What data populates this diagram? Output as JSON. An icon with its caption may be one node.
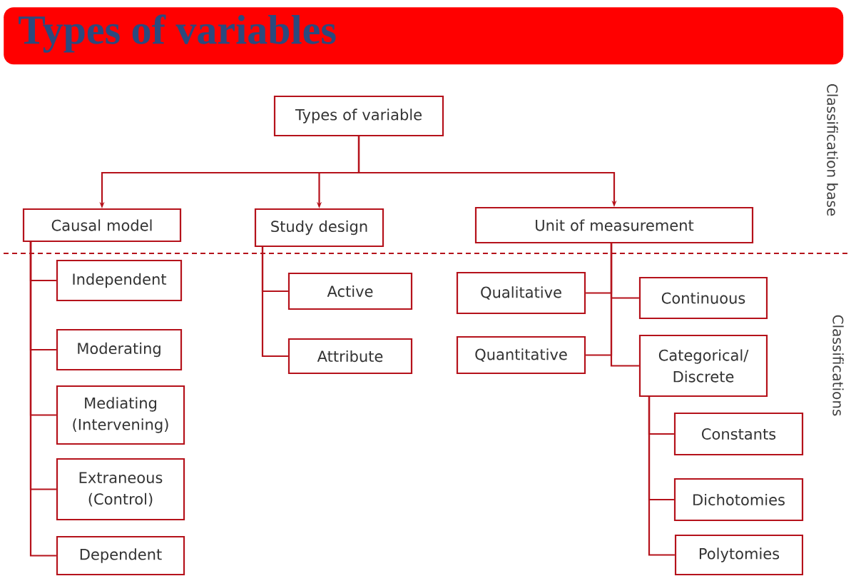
{
  "diagram": {
    "title": "Types of variables",
    "nodes": [
      {
        "text": [
          "Types of variable"
        ]
      },
      {
        "text": [
          "Causal model"
        ]
      },
      {
        "text": [
          "Study design"
        ]
      },
      {
        "text": [
          "Unit of measurement"
        ]
      },
      {
        "text": [
          "Independent"
        ]
      },
      {
        "text": [
          "Moderating"
        ]
      },
      {
        "text": [
          "Mediating (Intervening)"
        ]
      },
      {
        "text": [
          "Extraneous (Control)"
        ]
      },
      {
        "text": [
          "Dependent"
        ]
      },
      {
        "text": [
          "Active"
        ]
      },
      {
        "text": [
          "Attribute"
        ]
      },
      {
        "text": [
          "Qualitative"
        ]
      },
      {
        "text": [
          "Quantitative"
        ]
      },
      {
        "text": [
          "Continuous"
        ]
      },
      {
        "text": [
          "Categorical/ Discrete"
        ]
      },
      {
        "text": [
          "Constants"
        ]
      },
      {
        "text": [
          "Dichotomies"
        ]
      },
      {
        "text": [
          "Polytomies"
        ]
      }
    ],
    "edges": [
      {
        "from": 0,
        "to": 1,
        "arrow": "to"
      },
      {
        "from": 0,
        "to": 2,
        "arrow": "to"
      },
      {
        "from": 0,
        "to": 3,
        "arrow": "to"
      },
      {
        "from": 1,
        "to": 4,
        "arrow": "none"
      },
      {
        "from": 1,
        "to": 5,
        "arrow": "none"
      },
      {
        "from": 1,
        "to": 6,
        "arrow": "none"
      },
      {
        "from": 1,
        "to": 7,
        "arrow": "none"
      },
      {
        "from": 1,
        "to": 8,
        "arrow": "none"
      },
      {
        "from": 2,
        "to": 9,
        "arrow": "none"
      },
      {
        "from": 2,
        "to": 10,
        "arrow": "none"
      },
      {
        "from": 3,
        "to": 11,
        "arrow": "none"
      },
      {
        "from": 3,
        "to": 12,
        "arrow": "none"
      },
      {
        "from": 3,
        "to": 13,
        "arrow": "none"
      },
      {
        "from": 3,
        "to": 14,
        "arrow": "none"
      },
      {
        "from": 14,
        "to": 15,
        "arrow": "none"
      },
      {
        "from": 14,
        "to": 16,
        "arrow": "none"
      },
      {
        "from": 14,
        "to": 17,
        "arrow": "none"
      }
    ],
    "labels": [
      "Classification base",
      "Classifications"
    ]
  }
}
